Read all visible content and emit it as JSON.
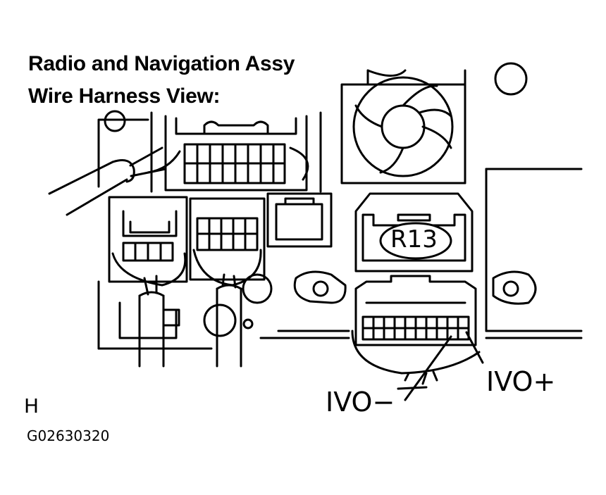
{
  "figure": {
    "title_line1": "Radio and Navigation Assy",
    "title_line2": "Wire Harness View:",
    "connector_id": "R13",
    "terminal_positive": "IVO+",
    "terminal_negative": "IVO−",
    "view_marker": "H",
    "figure_code": "G02630320"
  }
}
